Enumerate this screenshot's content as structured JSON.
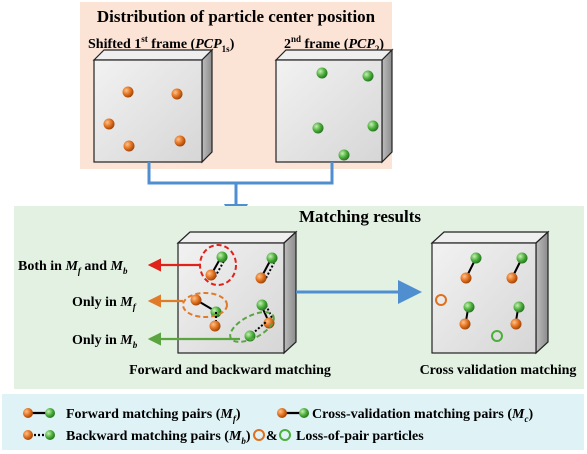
{
  "top_panel": {
    "title": "Distribution of particle center position",
    "frame1": {
      "prefix": "Shifted 1",
      "sup": "st",
      "mid": " frame (",
      "var": "PCP",
      "sub": "1s",
      "suffix": ")"
    },
    "frame2": {
      "prefix": "2",
      "sup": "nd",
      "mid": " frame (",
      "var": "PCP",
      "sub": "2",
      "suffix": ")"
    }
  },
  "middle_panel": {
    "title": "Matching results",
    "label_both": {
      "text": "Both in ",
      "m1": "M",
      "s1": "f",
      "and": " and ",
      "m2": "M",
      "s2": "b"
    },
    "label_only_f": {
      "text": "Only in ",
      "m": "M",
      "s": "f"
    },
    "label_only_b": {
      "text": "Only in ",
      "m": "M",
      "s": "b"
    },
    "left_caption": "Forward and backward matching",
    "right_caption": "Cross validation matching"
  },
  "legend": {
    "forward": {
      "text": "Forward matching pairs (",
      "m": "M",
      "s": "f",
      "end": ")"
    },
    "backward": {
      "text": "Backward matching pairs (",
      "m": "M",
      "s": "b",
      "end": ")"
    },
    "cross": {
      "text": "Cross-validation matching pairs (",
      "m": "M",
      "s": "c",
      "end": ")"
    },
    "loss": {
      "amp": "&",
      "text": "Loss-of-pair particles"
    }
  },
  "colors": {
    "top_bg": "#fbe4d6",
    "mid_bg": "#e3f1e3",
    "legend_bg": "#dff3f7",
    "arrow_blue": "#4f8fd0",
    "arrow_red": "#e0221b",
    "arrow_orange": "#e07b2a",
    "arrow_green": "#5aa540",
    "particle_orange": "#e0701e",
    "particle_green": "#4caf3c"
  }
}
